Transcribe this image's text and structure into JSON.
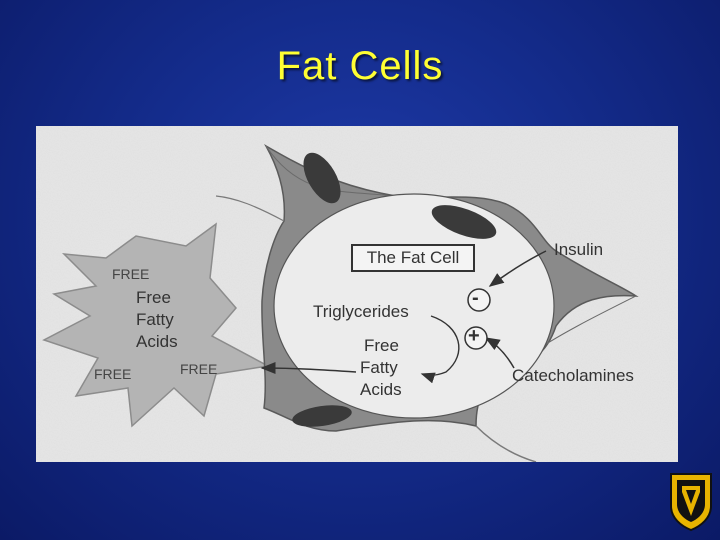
{
  "slide": {
    "title": "Fat Cells"
  },
  "diagram": {
    "cell_label": "The Fat Cell",
    "insulin": "Insulin",
    "catecholamines": "Catecholamines",
    "triglycerides": "Triglycerides",
    "inner_ffa": [
      "Free",
      "Fatty",
      "Acids"
    ],
    "outer_ffa": [
      "Free",
      "Fatty",
      "Acids"
    ],
    "free_tags": [
      "FREE",
      "FREE",
      "FREE"
    ],
    "minus_sign": "-",
    "plus_sign": "+"
  },
  "colors": {
    "title": "#ffff33",
    "background": "#142c8c",
    "logo_gold": "#e8b400"
  },
  "icons": [
    "university-shield-logo"
  ]
}
